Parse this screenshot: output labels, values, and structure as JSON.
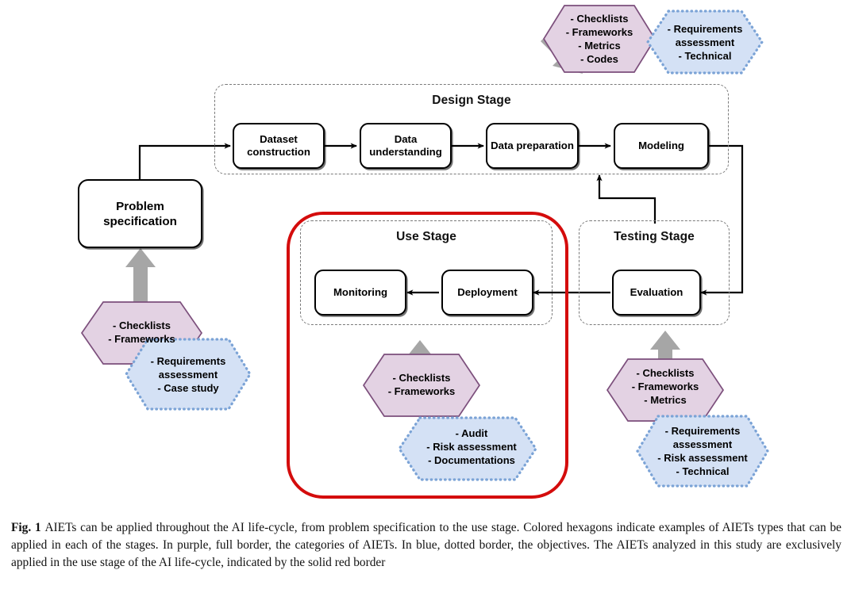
{
  "figure": {
    "caption_label": "Fig. 1",
    "caption_text": "AIETs can be applied throughout the AI life-cycle, from problem specification to the use stage. Colored hexagons indicate examples of AIETs types that can be applied in each of the stages. In purple, full border, the categories of AIETs. In blue, dotted border, the objectives. The AIETs analyzed in this study are exclusively applied in the use stage of the AI life-cycle, indicated by the solid red border"
  },
  "colors": {
    "purple_fill": "#e3d2e3",
    "purple_stroke": "#7c4f7c",
    "blue_fill": "#d4e1f5",
    "blue_stroke": "#7ba3d6",
    "gray_arrow": "#a6a6a6",
    "red_border": "#d40c0c",
    "stage_border": "#7a7a7a",
    "box_border": "#000000"
  },
  "stages": [
    {
      "id": "design",
      "title": "Design Stage"
    },
    {
      "id": "use",
      "title": "Use Stage"
    },
    {
      "id": "testing",
      "title": "Testing Stage"
    }
  ],
  "boxes": [
    {
      "id": "problem-specification",
      "label": "Problem\nspecification"
    },
    {
      "id": "dataset-construction",
      "label": "Dataset\nconstruction"
    },
    {
      "id": "data-understanding",
      "label": "Data\nunderstanding"
    },
    {
      "id": "data-preparation",
      "label": "Data preparation"
    },
    {
      "id": "modeling",
      "label": "Modeling"
    },
    {
      "id": "evaluation",
      "label": "Evaluation"
    },
    {
      "id": "deployment",
      "label": "Deployment"
    },
    {
      "id": "monitoring",
      "label": "Monitoring"
    }
  ],
  "hexagons": [
    {
      "id": "design-categories",
      "type": "categories",
      "color": "purple",
      "label": "- Checklists\n- Frameworks\n- Metrics\n- Codes"
    },
    {
      "id": "design-objectives",
      "type": "objectives",
      "color": "blue",
      "label": "- Requirements\nassessment\n- Technical"
    },
    {
      "id": "problem-categories",
      "type": "categories",
      "color": "purple",
      "label": "- Checklists\n- Frameworks"
    },
    {
      "id": "problem-objectives",
      "type": "objectives",
      "color": "blue",
      "label": "- Requirements\nassessment\n- Case study"
    },
    {
      "id": "use-categories",
      "type": "categories",
      "color": "purple",
      "label": "- Checklists\n- Frameworks"
    },
    {
      "id": "use-objectives",
      "type": "objectives",
      "color": "blue",
      "label": "- Audit\n- Risk assessment\n- Documentations"
    },
    {
      "id": "testing-categories",
      "type": "categories",
      "color": "purple",
      "label": "- Checklists\n- Frameworks\n- Metrics"
    },
    {
      "id": "testing-objectives",
      "type": "objectives",
      "color": "blue",
      "label": "- Requirements\nassessment\n- Risk assessment\n- Technical"
    }
  ],
  "flow": {
    "sequence": [
      "Problem specification",
      "Dataset construction",
      "Data understanding",
      "Data preparation",
      "Modeling",
      "Evaluation",
      "Deployment",
      "Monitoring"
    ],
    "feedback": "Evaluation to Modeling"
  }
}
